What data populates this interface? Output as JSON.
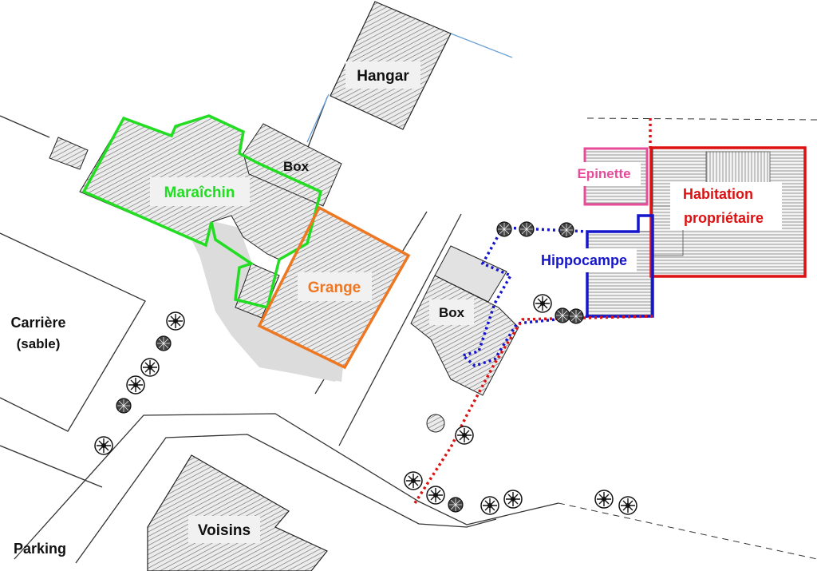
{
  "colors": {
    "maraichin": "#22dd22",
    "grange": "#ee7722",
    "epinette": "#e84b9a",
    "habitation": "#dd1111",
    "hippocampe": "#1515cc",
    "text_dark": "#111111",
    "hatch": "#555555",
    "shadow": "#dcdcdc",
    "label_bg": "#f1f1f1"
  },
  "labels": {
    "hangar": "Hangar",
    "box_top": "Box",
    "maraichin": "Maraîchin",
    "grange": "Grange",
    "epinette": "Epinette",
    "habitation_line1": "Habitation",
    "habitation_line2": "propriétaire",
    "hippocampe": "Hippocampe",
    "box_mid": "Box",
    "carriere_line1": "Carrière",
    "carriere_line2": "(sable)",
    "voisins": "Voisins",
    "parking": "Parking"
  },
  "icons": {
    "tree": "tree-icon"
  }
}
